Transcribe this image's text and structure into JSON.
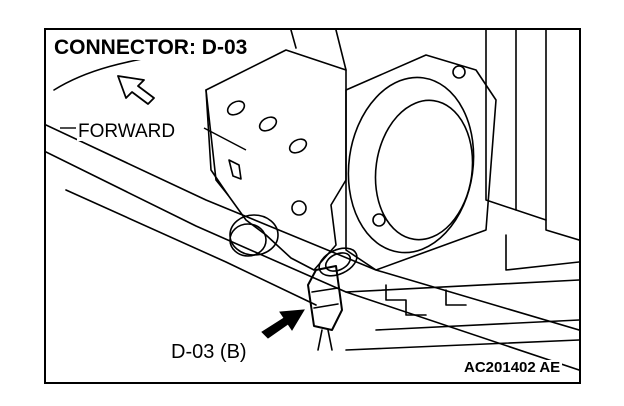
{
  "diagram": {
    "title": "CONNECTOR: D-03",
    "direction_label": "FORWARD",
    "connector_label": "D-03 (B)",
    "figure_code": "AC201402 AE"
  }
}
